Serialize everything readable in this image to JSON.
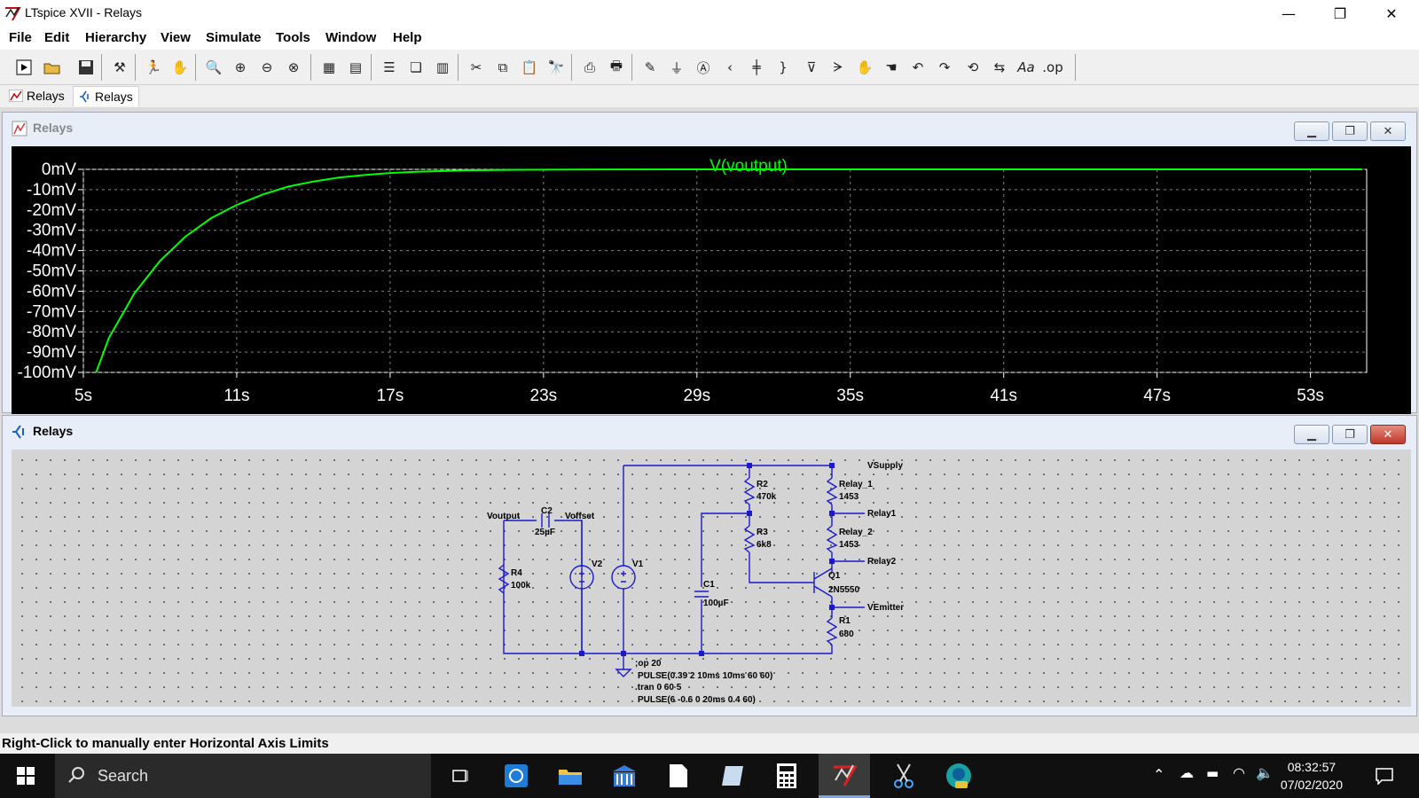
{
  "window": {
    "title": "LTspice XVII - Relays",
    "minimize_glyph": "—",
    "maximize_glyph": "❐",
    "close_glyph": "✕"
  },
  "menu": [
    "File",
    "Edit",
    "Hierarchy",
    "View",
    "Simulate",
    "Tools",
    "Window",
    "Help"
  ],
  "toolbar_icons": [
    "new-schematic-icon",
    "open-icon",
    "save-icon",
    "control-panel-icon",
    "run-icon",
    "halt-icon",
    "zoom-in-icon",
    "zoom-full-icon",
    "zoom-out-icon",
    "zoom-cancel-icon",
    "autorange-icon",
    "waveform-icon",
    "tile-horizontal-icon",
    "cascade-icon",
    "tile-vertical-icon",
    "cut-icon",
    "copy-icon",
    "paste-icon",
    "find-icon",
    "print-preview-icon",
    "print-icon",
    "draw-wire-icon",
    "ground-icon",
    "label-net-icon",
    "resistor-icon",
    "capacitor-icon",
    "inductor-icon",
    "diode-icon",
    "component-icon",
    "move-icon",
    "drag-icon",
    "undo-icon",
    "redo-icon",
    "rotate-icon",
    "mirror-icon",
    "text-icon",
    "spice-directive-icon"
  ],
  "tabs": [
    {
      "label": "Relays",
      "icon": "waveform-icon"
    },
    {
      "label": "Relays",
      "icon": "schematic-icon"
    }
  ],
  "plot_window": {
    "title": "Relays",
    "buttons": {
      "minimize": "▁",
      "restore": "❐",
      "close": "✕"
    }
  },
  "schematic_window": {
    "title": "Relays",
    "buttons": {
      "minimize": "▁",
      "restore": "❐",
      "close": "✕"
    }
  },
  "chart_data": {
    "type": "line",
    "title": "V(voutput)",
    "series": [
      {
        "name": "V(voutput)",
        "color": "#00ff00",
        "x": [
          5.5,
          6,
          7,
          8,
          9,
          10,
          11,
          12,
          13,
          14,
          15,
          16,
          17,
          18,
          20,
          22,
          25,
          30,
          35,
          40,
          45,
          50,
          55
        ],
        "y": [
          -100,
          -83,
          -61,
          -45,
          -33,
          -24,
          -17.5,
          -12.5,
          -8.5,
          -6,
          -4,
          -2.8,
          -1.8,
          -1.2,
          -0.5,
          -0.2,
          -0.05,
          0,
          0,
          0,
          0,
          0,
          0
        ]
      }
    ],
    "x_ticks": [
      "5s",
      "11s",
      "17s",
      "23s",
      "29s",
      "35s",
      "41s",
      "47s",
      "53s"
    ],
    "y_ticks": [
      "0mV",
      "-10mV",
      "-20mV",
      "-30mV",
      "-40mV",
      "-50mV",
      "-60mV",
      "-70mV",
      "-80mV",
      "-90mV",
      "-100mV"
    ],
    "xlim": [
      5,
      55.2
    ],
    "ylim": [
      -100,
      0
    ],
    "grid": true
  },
  "schematic": {
    "labels": {
      "voutput": "Voutput",
      "voffset": "Voffset",
      "c2_name": "C2",
      "c2_val": "25µF",
      "r4_name": "R4",
      "r4_val": "100k",
      "v2": "V2",
      "v1": "V1",
      "r2_name": "R2",
      "r2_val": "470k",
      "r3_name": "R3",
      "r3_val": "6k8",
      "c1_name": "C1",
      "c1_val": "100µF",
      "relay1_name": "Relay_1",
      "relay1_val": "1453",
      "relay2_name": "Relay_2",
      "relay2_val": "1453",
      "q1_name": "Q1",
      "q1_val": "2N5550",
      "r1_name": "R1",
      "r1_val": "680",
      "net_vsupply": "VSupply",
      "net_relay1": "Relay1",
      "net_relay2": "Relay2",
      "net_vemitter": "VEmitter"
    },
    "directives": [
      ";op 20",
      "PULSE(0.39 2 10ms 10ms 60 60)",
      ".tran 0 60 5",
      "PULSE(6 -0.6 0 20ms 0.4 60)"
    ]
  },
  "status": "Right-Click to manually enter Horizontal Axis Limits",
  "taskbar": {
    "search_placeholder": "Search",
    "apps": [
      "task-view-icon",
      "sync-icon",
      "file-explorer-icon",
      "bank-icon",
      "document-icon",
      "notes-icon",
      "calculator-icon",
      "ltspice-icon",
      "snip-icon",
      "edge-dev-icon"
    ],
    "time": "08:32:57",
    "date": "07/02/2020"
  }
}
